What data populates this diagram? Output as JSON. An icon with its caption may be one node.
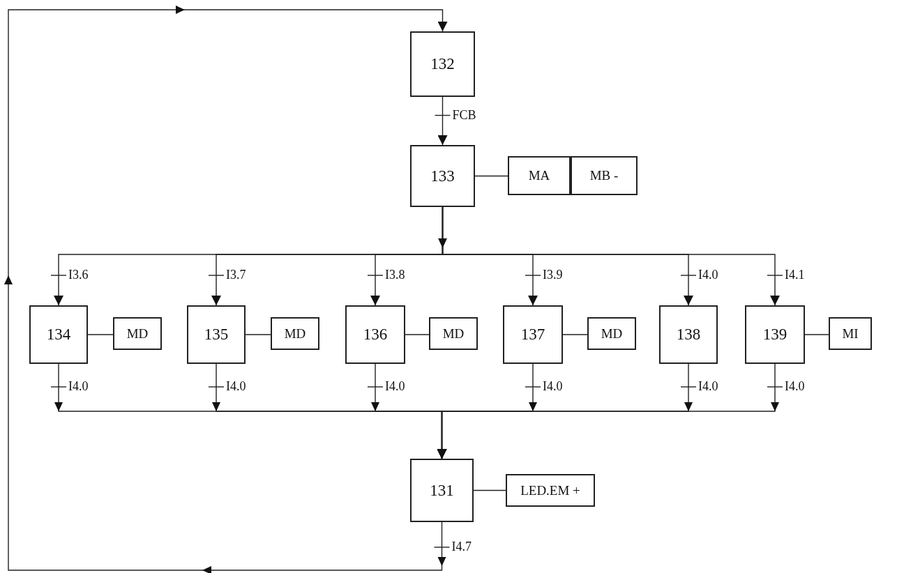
{
  "diagram": {
    "nodes": [
      {
        "text": [
          "132"
        ]
      },
      {
        "text": [
          "133"
        ]
      },
      {
        "text": [
          "MA"
        ]
      },
      {
        "text": [
          "MB -"
        ]
      },
      {
        "text": [
          "134"
        ]
      },
      {
        "text": [
          "MD"
        ]
      },
      {
        "text": [
          "135"
        ]
      },
      {
        "text": [
          "MD"
        ]
      },
      {
        "text": [
          "136"
        ]
      },
      {
        "text": [
          "MD"
        ]
      },
      {
        "text": [
          "137"
        ]
      },
      {
        "text": [
          "MD"
        ]
      },
      {
        "text": [
          "138"
        ]
      },
      {
        "text": [
          "139"
        ]
      },
      {
        "text": [
          "MI"
        ]
      },
      {
        "text": [
          "131"
        ]
      },
      {
        "text": [
          "LED.EM +"
        ]
      }
    ],
    "edges": [
      {
        "from": 0,
        "to": 1,
        "arrow": "to",
        "label": "FCB"
      },
      {
        "from": 1,
        "to": 2,
        "arrow": "none"
      },
      {
        "from": 1,
        "to": 4,
        "arrow": "to",
        "label": "I3.6"
      },
      {
        "from": 1,
        "to": 6,
        "arrow": "to",
        "label": "I3.7"
      },
      {
        "from": 1,
        "to": 8,
        "arrow": "to",
        "label": "I3.8"
      },
      {
        "from": 1,
        "to": 10,
        "arrow": "to",
        "label": "I3.9"
      },
      {
        "from": 1,
        "to": 12,
        "arrow": "to",
        "label": "I4.0"
      },
      {
        "from": 1,
        "to": 13,
        "arrow": "to",
        "label": "I4.1"
      },
      {
        "from": 4,
        "to": 5,
        "arrow": "none"
      },
      {
        "from": 6,
        "to": 7,
        "arrow": "none"
      },
      {
        "from": 8,
        "to": 9,
        "arrow": "none"
      },
      {
        "from": 10,
        "to": 11,
        "arrow": "none"
      },
      {
        "from": 13,
        "to": 14,
        "arrow": "none"
      },
      {
        "from": 4,
        "to": 15,
        "arrow": "to",
        "label": "I4.0"
      },
      {
        "from": 6,
        "to": 15,
        "arrow": "to",
        "label": "I4.0"
      },
      {
        "from": 8,
        "to": 15,
        "arrow": "to",
        "label": "I4.0"
      },
      {
        "from": 10,
        "to": 15,
        "arrow": "to",
        "label": "I4.0"
      },
      {
        "from": 12,
        "to": 15,
        "arrow": "to",
        "label": "I4.0"
      },
      {
        "from": 13,
        "to": 15,
        "arrow": "to",
        "label": "I4.0"
      },
      {
        "from": 15,
        "to": 16,
        "arrow": "none"
      },
      {
        "from": 15,
        "to": 0,
        "arrow": "to",
        "label": "I4.7"
      }
    ]
  }
}
